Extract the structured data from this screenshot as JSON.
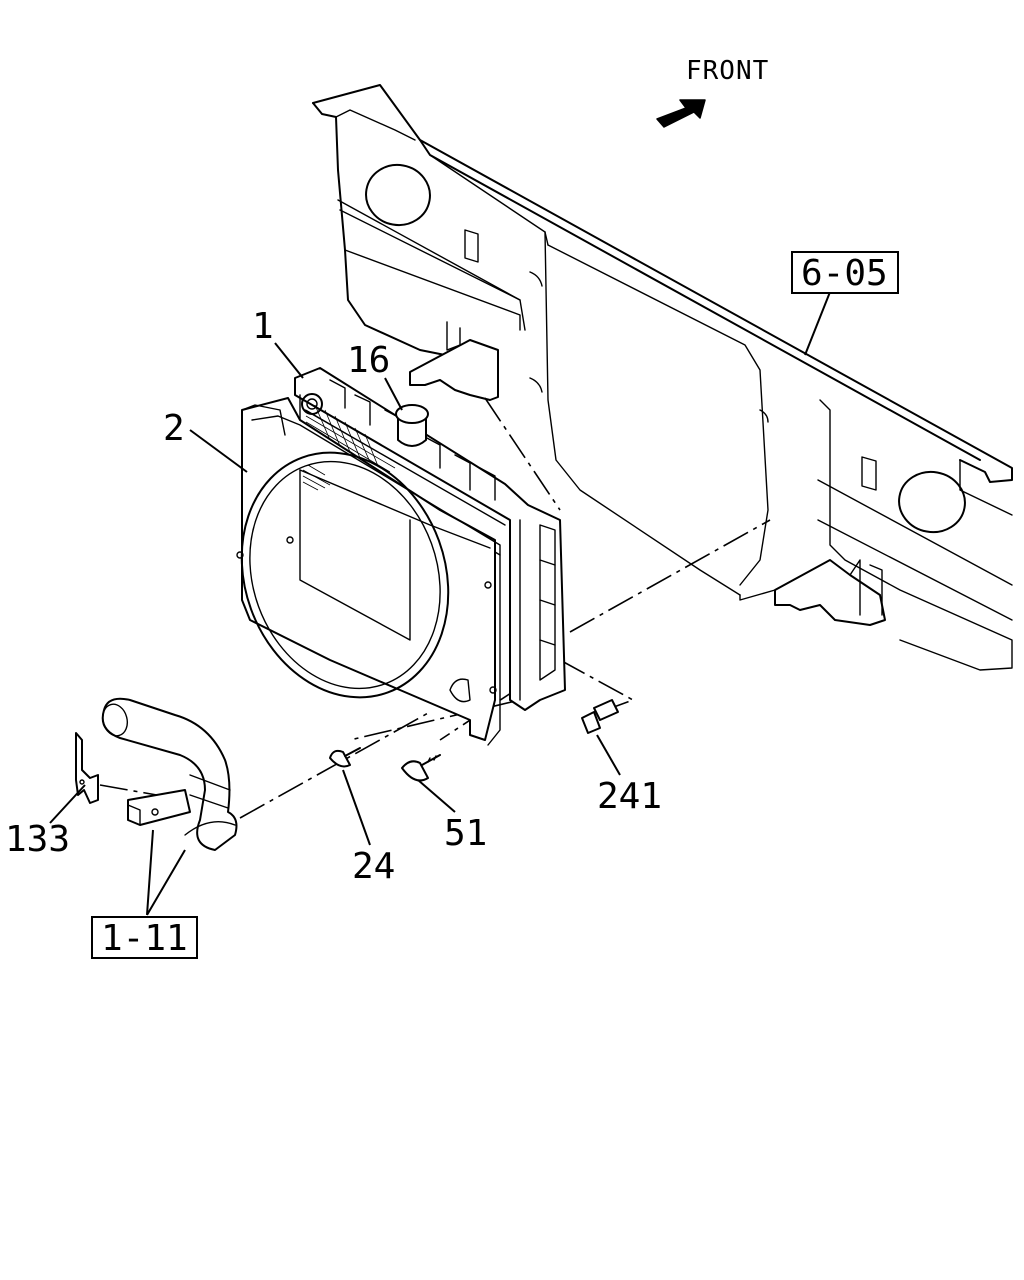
{
  "diagram": {
    "front_label": "FRONT",
    "callouts": [
      {
        "id": "part-1",
        "text": "1"
      },
      {
        "id": "part-2",
        "text": "2"
      },
      {
        "id": "part-16",
        "text": "16"
      },
      {
        "id": "part-24",
        "text": "24"
      },
      {
        "id": "part-51",
        "text": "51"
      },
      {
        "id": "part-133",
        "text": "133"
      },
      {
        "id": "part-241",
        "text": "241"
      }
    ],
    "references": [
      {
        "id": "ref-6-05",
        "text": "6-05"
      },
      {
        "id": "ref-1-11",
        "text": "1-11"
      }
    ]
  }
}
